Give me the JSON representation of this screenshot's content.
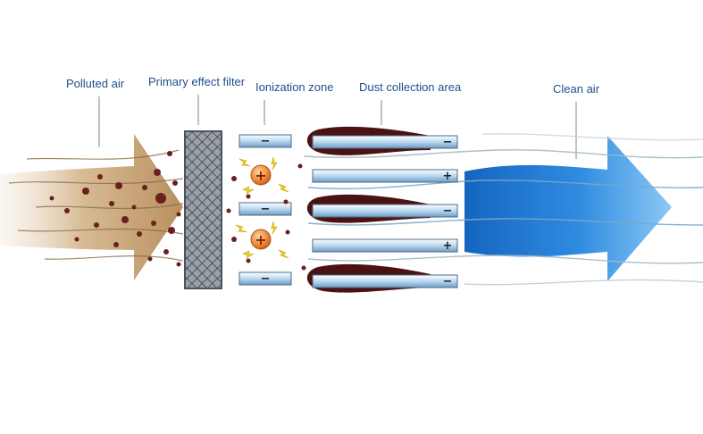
{
  "labels": {
    "polluted_air": "Polluted air",
    "primary_filter": "Primary effect filter",
    "ionization_zone": "Ionization zone",
    "dust_collection": "Dust collection area",
    "clean_air": "Clean air"
  },
  "signs": {
    "negative": "−",
    "positive": "+"
  },
  "ion_plates": [
    "−",
    "−",
    "−"
  ],
  "collector_plates": [
    "−",
    "+",
    "−",
    "+",
    "−"
  ],
  "colors": {
    "label_text": "#1f4e8c",
    "polluted_arrow": "#c9a77c",
    "dust_particle": "#6b1f1f",
    "filter": "#7d8289",
    "ion": "#f08a3c",
    "spark": "#f2d020",
    "plate": "#b8d8f0",
    "clean_arrow": "#1f7ad6",
    "collected_dust": "#4a1212"
  },
  "icons": [
    "ion-icon",
    "spark-icon",
    "dust-particle-icon"
  ]
}
